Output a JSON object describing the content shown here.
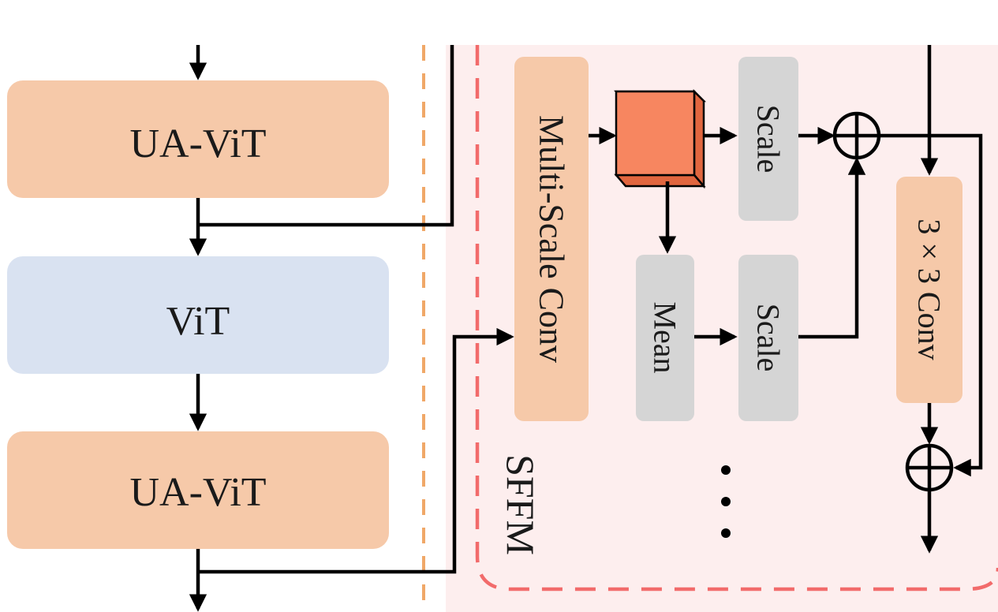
{
  "colors": {
    "ua_vit_fill": "#f6c9a9",
    "vit_fill": "#d9e2f1",
    "conv_fill": "#f6c9a9",
    "gray_fill": "#d5d5d5",
    "sffm_bg": "#fdeeee",
    "sffm_border": "#f26b6b",
    "divider": "#f0a868",
    "cube_front": "#f78660",
    "cube_top": "#f9a585",
    "cube_side": "#e1663f"
  },
  "left_stack": {
    "blocks": [
      {
        "label": "UA-ViT"
      },
      {
        "label": "ViT"
      },
      {
        "label": "UA-ViT"
      }
    ]
  },
  "sffm": {
    "title": "SFFM",
    "multi_scale_conv": "Multi-Scale Conv",
    "feature_cube_icon": "cube-icon",
    "scale_top": "Scale",
    "mean": "Mean",
    "scale_bottom": "Scale",
    "conv3x3": "3 × 3 Conv",
    "ellipsis": "⋮",
    "add_icon": "circled-plus-icon"
  }
}
